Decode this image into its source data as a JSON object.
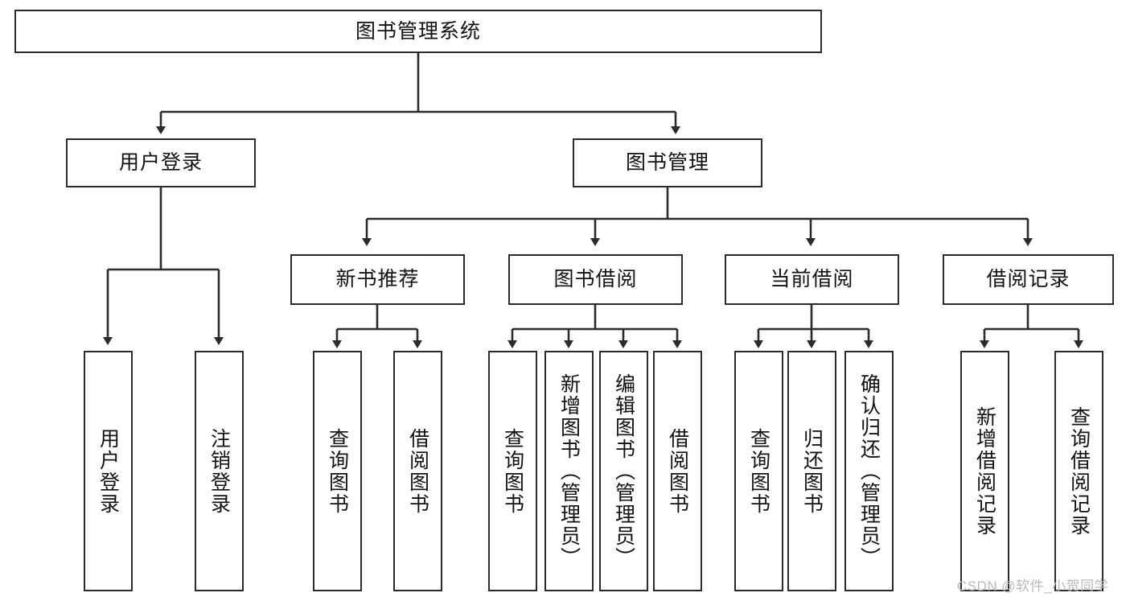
{
  "diagram": {
    "type": "tree-hierarchy",
    "title": "图书管理系统",
    "root": {
      "label": "图书管理系统"
    },
    "level2": [
      {
        "label": "用户登录"
      },
      {
        "label": "图书管理"
      }
    ],
    "level3": [
      {
        "label": "新书推荐"
      },
      {
        "label": "图书借阅"
      },
      {
        "label": "当前借阅"
      },
      {
        "label": "借阅记录"
      }
    ],
    "leaves": {
      "user_login": [
        {
          "label": "用户登录"
        },
        {
          "label": "注销登录"
        }
      ],
      "new_book_recommend": [
        {
          "label": "查询图书"
        },
        {
          "label": "借阅图书"
        }
      ],
      "book_borrow": [
        {
          "label": "查询图书"
        },
        {
          "label": "新增图书（管理员）"
        },
        {
          "label": "编辑图书（管理员）"
        },
        {
          "label": "借阅图书"
        }
      ],
      "current_borrow": [
        {
          "label": "查询图书"
        },
        {
          "label": "归还图书"
        },
        {
          "label": "确认归还（管理员）"
        }
      ],
      "borrow_record": [
        {
          "label": "新增借阅记录"
        },
        {
          "label": "查询借阅记录"
        }
      ]
    }
  },
  "watermark": {
    "text": "CSDN @软件_小贺同学"
  },
  "colors": {
    "stroke": "#2b2b2b",
    "background": "#ffffff",
    "text": "#111111",
    "watermark": "#b9b9b9"
  }
}
